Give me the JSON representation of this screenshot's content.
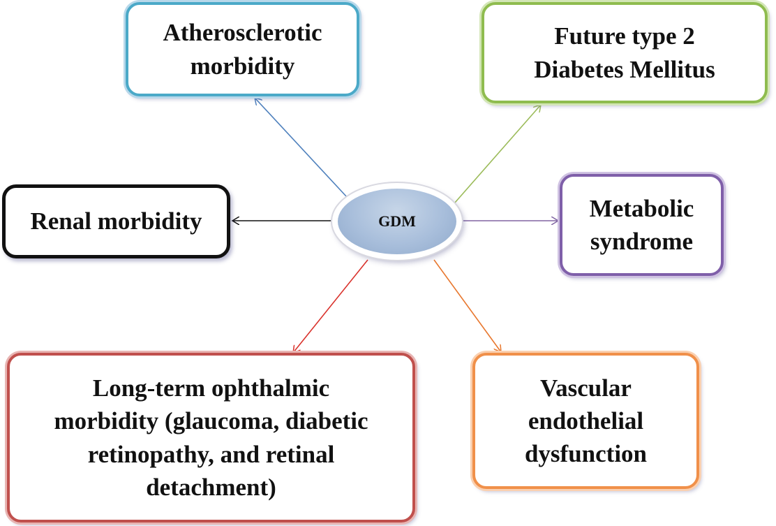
{
  "center": {
    "label": "GDM"
  },
  "nodes": {
    "atherosclerotic": "Atherosclerotic\nmorbidity",
    "diabetes": "Future type 2\nDiabetes Mellitus",
    "renal": "Renal morbidity",
    "metabolic": "Metabolic\nsyndrome",
    "ophthalmic": "Long-term ophthalmic\nmorbidity (glaucoma, diabetic\nretinopathy, and retinal\ndetachment)",
    "vascular": "Vascular\nendothelial\ndysfunction"
  },
  "colors": {
    "atherosclerotic": "#4f81bd",
    "diabetes": "#9bbb59",
    "renal": "#111111",
    "metabolic": "#8064a2",
    "ophthalmic": "#d9312b",
    "vascular": "#e8772e"
  }
}
